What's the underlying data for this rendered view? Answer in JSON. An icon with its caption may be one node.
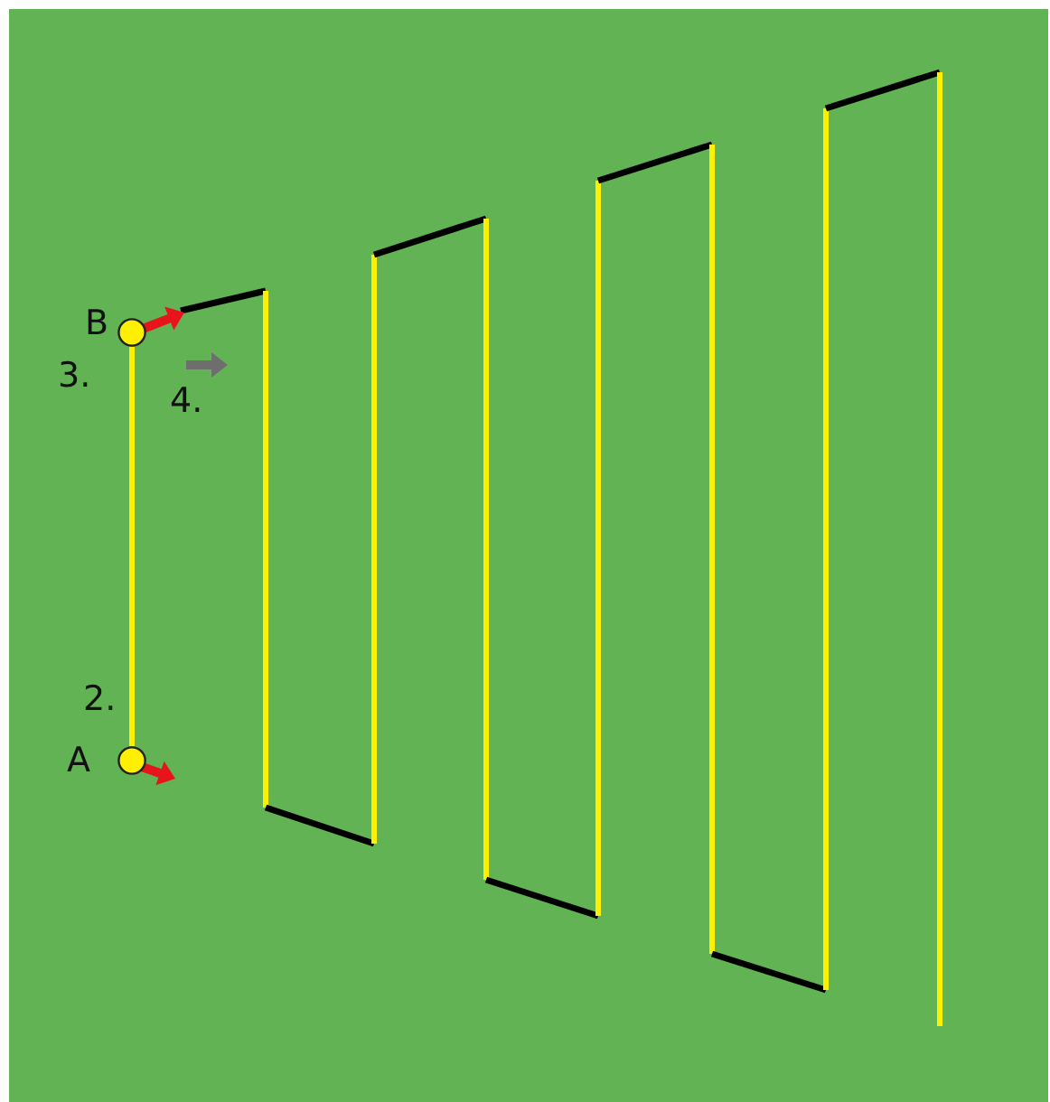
{
  "diagram": {
    "nodes": [
      {
        "text": [],
        "shape": "circle",
        "beside": [
          "B"
        ]
      },
      {
        "text": [],
        "shape": "circle",
        "beside": [
          "A"
        ]
      }
    ],
    "edges": [
      {
        "from": 1,
        "to": 0,
        "arrow": "none"
      }
    ],
    "labels": [
      "3.",
      "4.",
      "2."
    ]
  }
}
